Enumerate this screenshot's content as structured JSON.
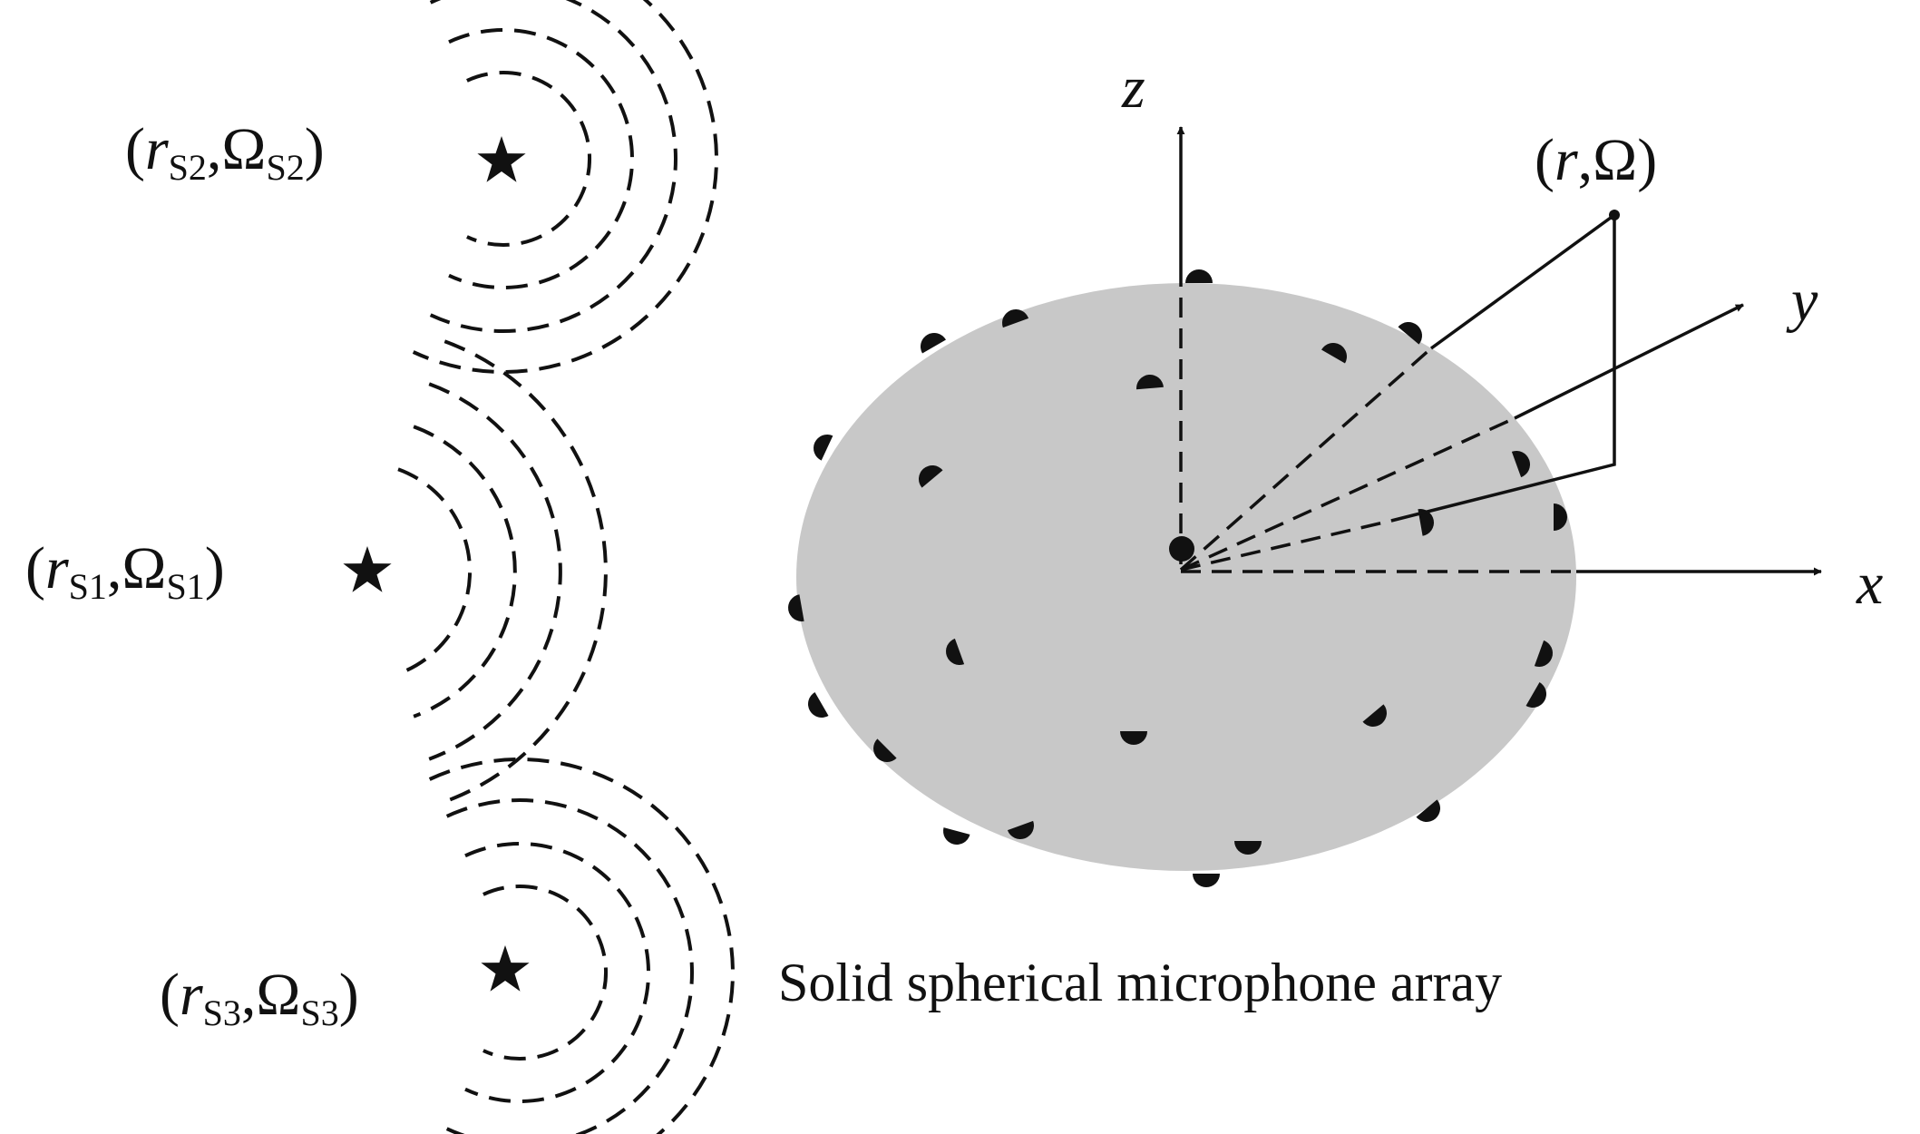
{
  "caption": "Solid spherical microphone array",
  "axes": {
    "x": "x",
    "y": "y",
    "z": "z"
  },
  "point": {
    "open": "(",
    "r": "r",
    "comma": ",",
    "omega": "Ω",
    "close": ")"
  },
  "sources": [
    {
      "open": "(",
      "r": "r",
      "sub1": "S2",
      "comma": ",",
      "omega": "Ω",
      "sub2": "S2",
      "close": ")"
    },
    {
      "open": "(",
      "r": "r",
      "sub1": "S1",
      "comma": ",",
      "omega": "Ω",
      "sub2": "S1",
      "close": ")"
    },
    {
      "open": "(",
      "r": "r",
      "sub1": "S3",
      "comma": ",",
      "omega": "Ω",
      "sub2": "S3",
      "close": ")"
    }
  ],
  "colors": {
    "sphere": "#c8c8c8",
    "ink": "#111111"
  }
}
